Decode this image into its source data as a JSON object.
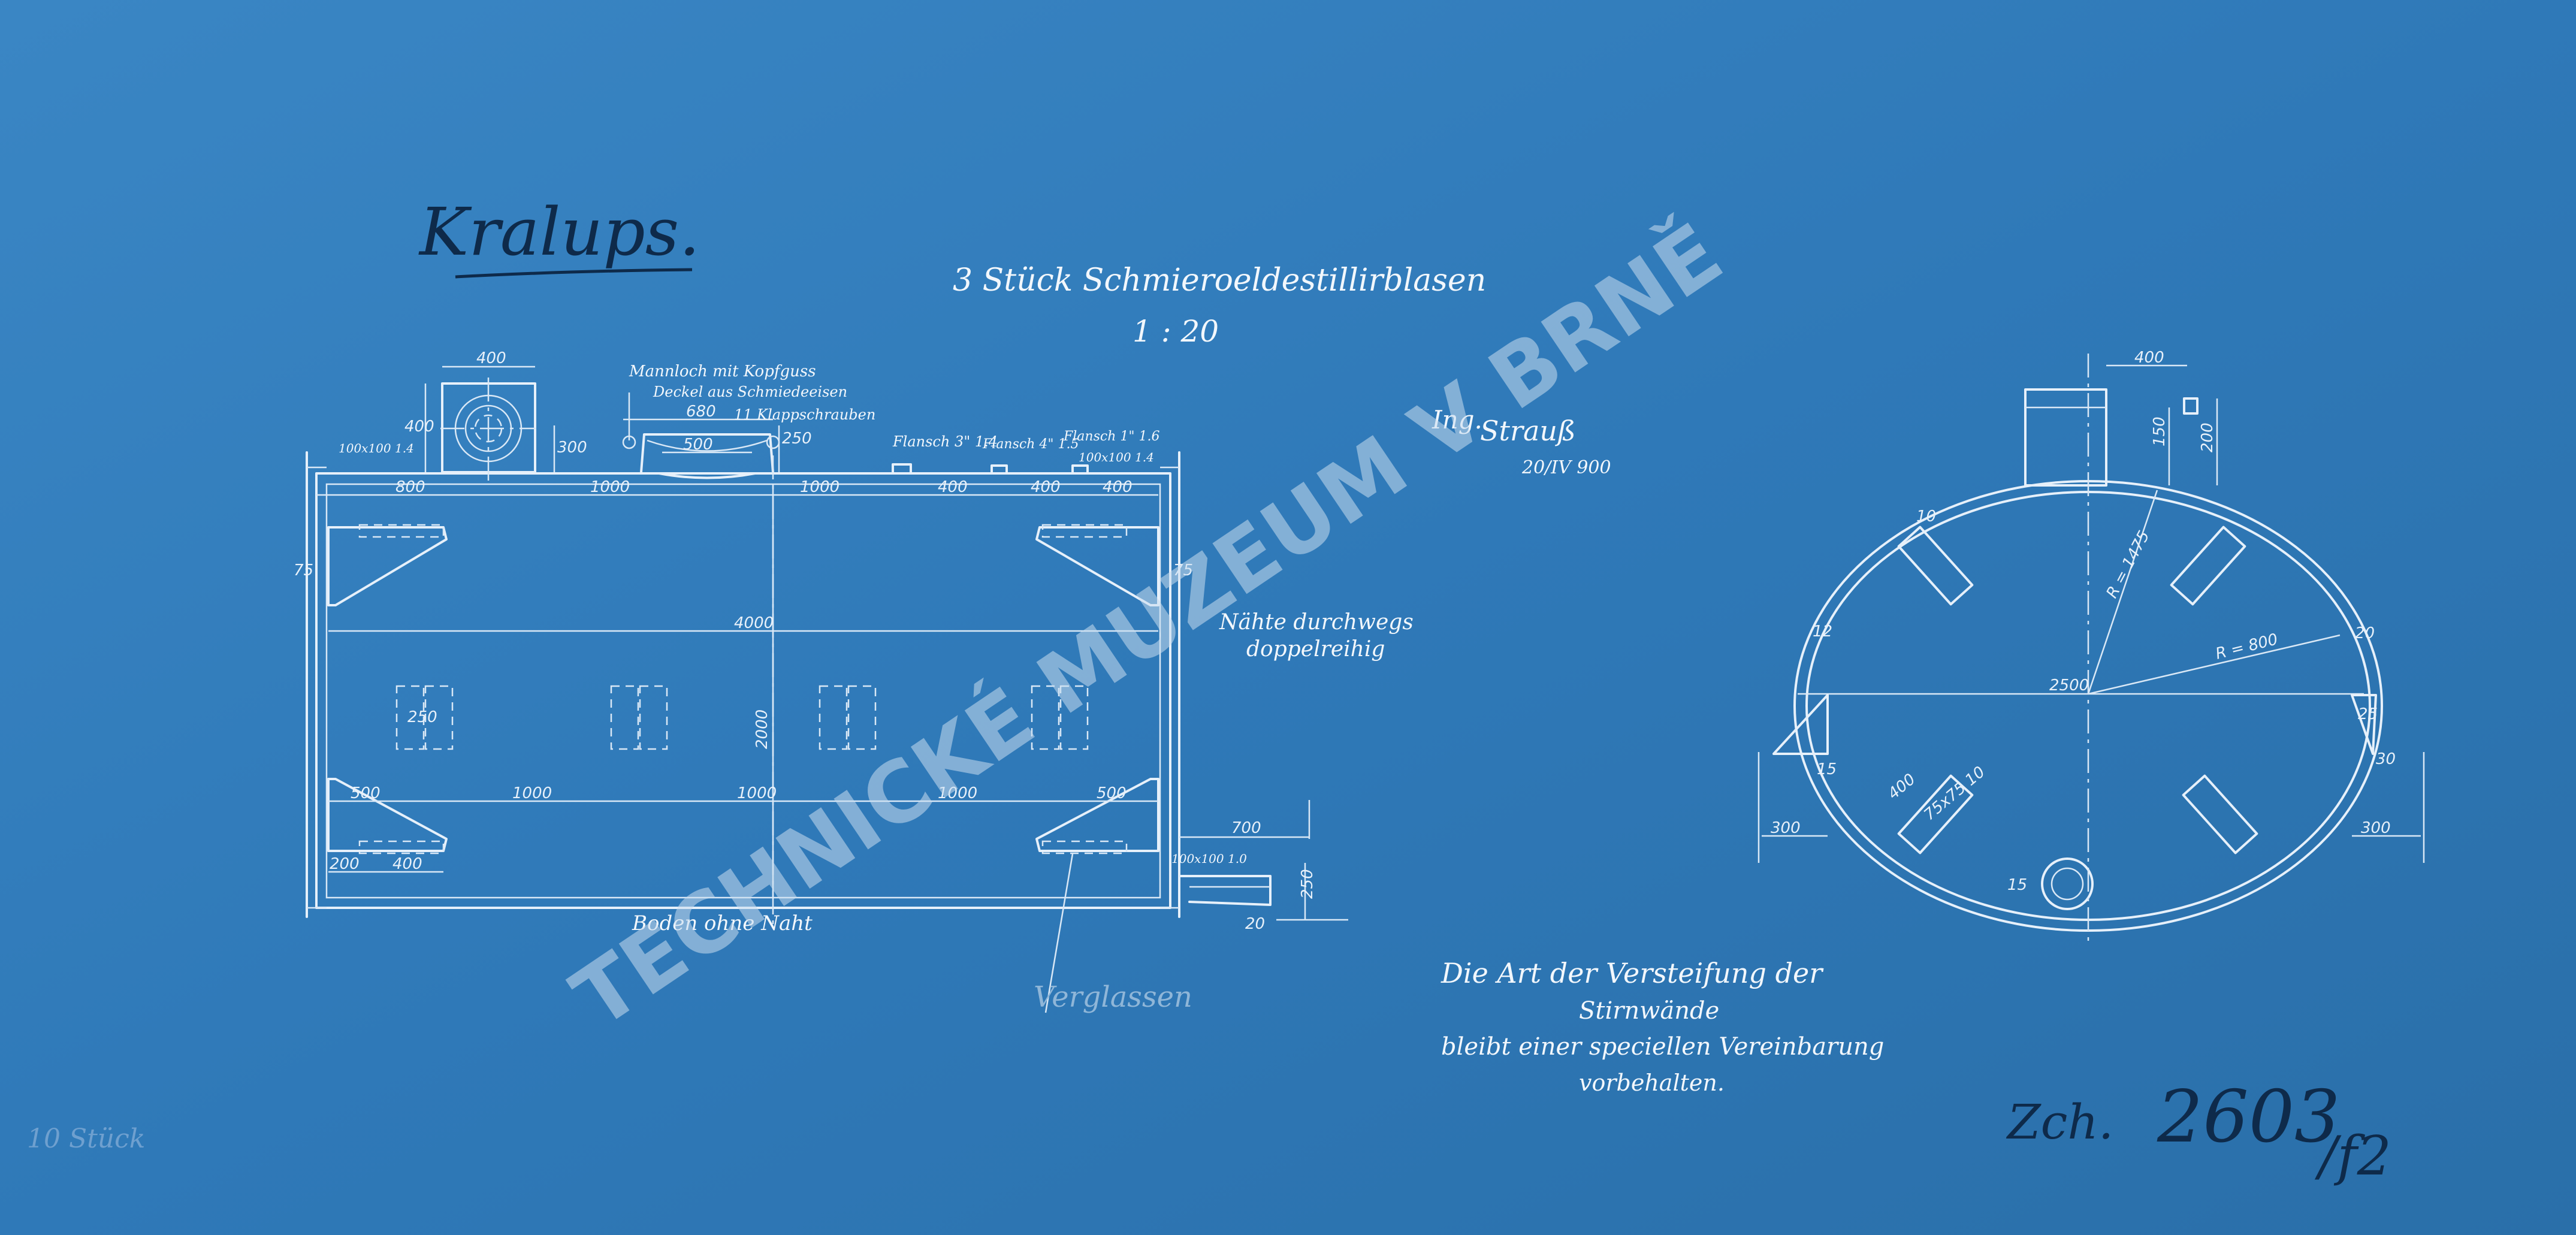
{
  "title_place": "Kralups.",
  "title_main": "3 Stück Schmieroeldestillirblasen",
  "scale": "1 : 20",
  "approval_name": "Strauß",
  "approval_prefix": "Ing.",
  "approval_date": "20/IV 900",
  "watermark": "TECHNICKÉ MUZEUM V BRNĚ",
  "drawing_no_prefix": "Zch.",
  "drawing_no": "2603",
  "drawing_no_suffix": "/f2",
  "corner_note": "10 Stück",
  "labels": {
    "manhole_1": "Mannloch mit Kopfguss",
    "manhole_2": "Deckel aus Schmiedeeisen",
    "manhole_3": "11 Klappschrauben",
    "flansch_1": "Flansch 3\" 1.4",
    "flansch_2": "Flansch 4\" 1.5",
    "flansch_3": "Flansch 1\" 1.6",
    "flansch_3b": "100x100 1.4",
    "bracket_tl": "100x100 1.4",
    "naehte_1": "Nähte durchwegs",
    "naehte_2": "doppelreihig",
    "boden": "Boden ohne Naht",
    "pencil": "Verglassen",
    "angle_br": "100x100 1.0"
  },
  "note_lines": [
    "Die Art der Versteifung der",
    "Stirnwände",
    "bleibt einer speciellen Vereinbarung",
    "vorbehalten."
  ],
  "dims_side": {
    "top_400": "400",
    "top_680": "680",
    "top_500": "500",
    "h_400": "400",
    "h_300": "300",
    "h_250": "250",
    "row1_800": "800",
    "row1_1000a": "1000",
    "row1_1000b": "1000",
    "row1_400a": "400",
    "row1_400b": "400",
    "row1_400c": "400",
    "length_4000": "4000",
    "diam_2000": "2000",
    "panel_250": "250",
    "row2_500a": "500",
    "row2_1000a": "1000",
    "row2_1000b": "1000",
    "row2_1000c": "1000",
    "row2_500b": "500",
    "bot_200": "200",
    "bot_400": "400",
    "side_75l": "75",
    "side_75r": "75",
    "right_700": "700",
    "right_250": "250",
    "right_20": "20"
  },
  "dims_end": {
    "top_400": "400",
    "h_150": "150",
    "h_200": "200",
    "r_1475": "R = 1475",
    "r_800": "R = 800",
    "d_2500": "2500",
    "s_12": "12",
    "s_20": "20",
    "s_10": "10",
    "s_15a": "15",
    "s_15b": "15",
    "s_25": "25",
    "s_30": "30",
    "w_300l": "300",
    "w_300r": "300",
    "rib_400": "400",
    "rib_sec": "75x75 10"
  },
  "colors": {
    "paper": "#2f79b8",
    "ink": "#e6f0fa"
  }
}
